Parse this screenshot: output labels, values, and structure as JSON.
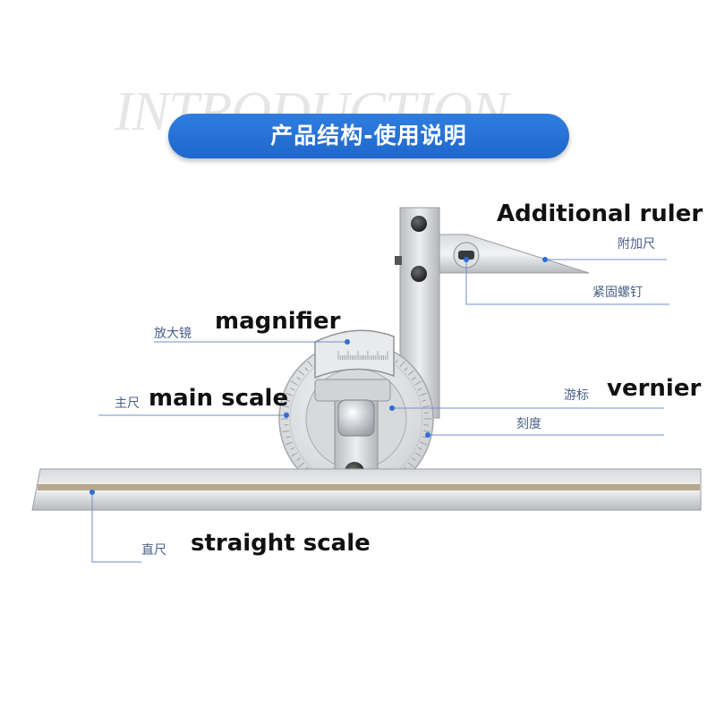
{
  "watermark": {
    "text": "INTRODUCTION"
  },
  "banner": {
    "title": "产品结构-使用说明"
  },
  "labels": {
    "additional_ruler_en": "Additional ruler",
    "additional_ruler_cn": "附加尺",
    "fastening_screw_cn": "紧固螺钉",
    "magnifier_cn": "放大镜",
    "magnifier_en": "magnifier",
    "main_scale_cn": "主尺",
    "main_scale_en": "main scale",
    "vernier_cn": "游标",
    "vernier_en": "vernier",
    "scale_marks_cn": "刻度",
    "straight_scale_cn": "直尺",
    "straight_scale_en": "straight scale"
  },
  "colors": {
    "callout_line": "#6f8fcf",
    "callout_dot": "#2b6fd6",
    "banner": "#2873dc",
    "steel": "#c8cbcf"
  }
}
